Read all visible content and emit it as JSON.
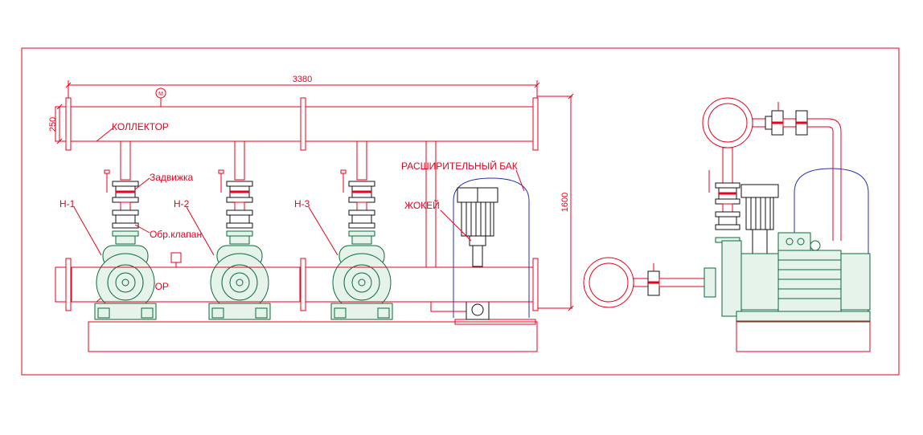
{
  "labels": {
    "collector_top": "КОЛЛЕКТОР",
    "collector_bottom": "КОЛЛЕКТОР",
    "gate_valve": "Задвижка",
    "check_valve": "Обр.клапан",
    "pump_1": "Н-1",
    "pump_2": "Н-2",
    "pump_3": "Н-3",
    "expansion_tank": "РАСШИРИТЕЛЬНЫЙ БАК",
    "jockey": "ЖОКЕЙ",
    "manometer": "М"
  },
  "dimensions": {
    "total_length": "3380",
    "collector_height": "250",
    "total_height": "1600"
  },
  "colors": {
    "outline": "#e8001c",
    "pump_body": "#0a6b3a",
    "valve": "#111111",
    "tank": "#2233aa"
  }
}
